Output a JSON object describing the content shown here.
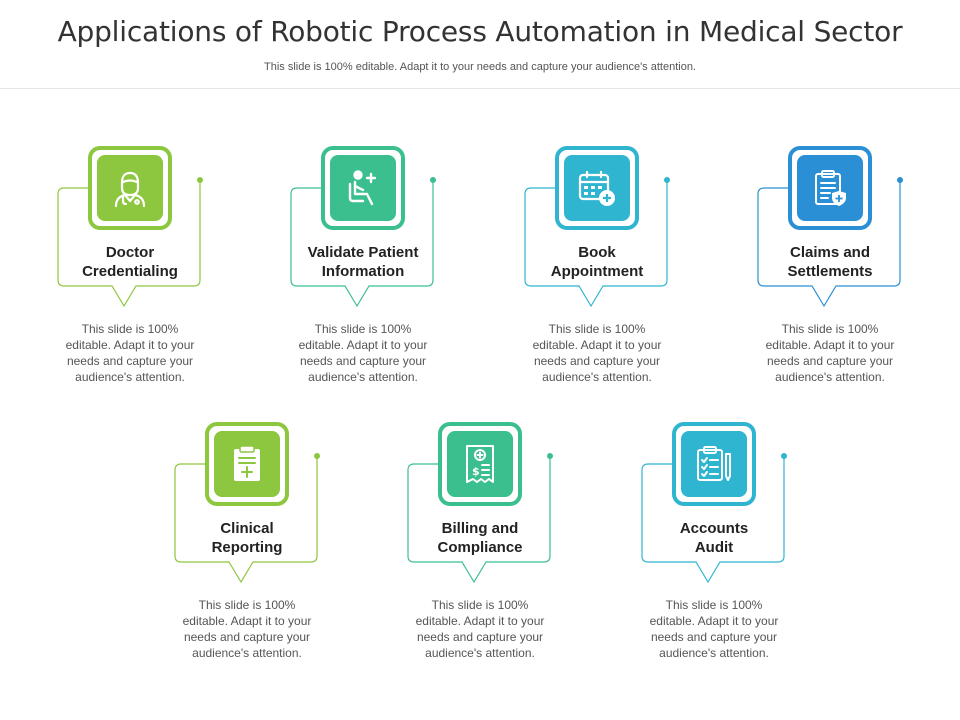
{
  "header": {
    "title": "Applications of Robotic Process Automation in Medical Sector",
    "subtitle": "This slide is 100% editable. Adapt it to your needs and capture your audience's attention."
  },
  "cards": [
    {
      "label_line1": "Doctor",
      "label_line2": "Credentialing",
      "icon": "doctor-icon",
      "color": "#8dc63f",
      "desc": [
        "This slide is 100%",
        "editable. Adapt it to your",
        "needs and capture your",
        "audience's attention."
      ]
    },
    {
      "label_line1": "Validate Patient",
      "label_line2": "Information",
      "icon": "patient-chair-icon",
      "color": "#3bbf8e",
      "desc": [
        "This slide is 100%",
        "editable. Adapt it to your",
        "needs and capture your",
        "audience's attention."
      ]
    },
    {
      "label_line1": "Book",
      "label_line2": "Appointment",
      "icon": "calendar-add-icon",
      "color": "#2fb5d0",
      "desc": [
        "This slide is 100%",
        "editable. Adapt it to your",
        "needs and capture your",
        "audience's attention."
      ]
    },
    {
      "label_line1": "Claims and",
      "label_line2": "Settlements",
      "icon": "clipboard-shield-icon",
      "color": "#2a8fd4",
      "desc": [
        "This slide is 100%",
        "editable. Adapt it to your",
        "needs and capture your",
        "audience's attention."
      ]
    },
    {
      "label_line1": "Clinical",
      "label_line2": "Reporting",
      "icon": "clipboard-plus-icon",
      "color": "#8dc63f",
      "desc": [
        "This slide is 100%",
        "editable. Adapt it to your",
        "needs and capture your",
        "audience's attention."
      ]
    },
    {
      "label_line1": "Billing and",
      "label_line2": "Compliance",
      "icon": "medical-bill-icon",
      "color": "#3bbf8e",
      "desc": [
        "This slide is 100%",
        "editable. Adapt it to your",
        "needs and capture your",
        "audience's attention."
      ]
    },
    {
      "label_line1": "Accounts",
      "label_line2": "Audit",
      "icon": "checklist-pen-icon",
      "color": "#2fb5d0",
      "desc": [
        "This slide is 100%",
        "editable. Adapt it to your",
        "needs and capture your",
        "audience's attention."
      ]
    }
  ]
}
